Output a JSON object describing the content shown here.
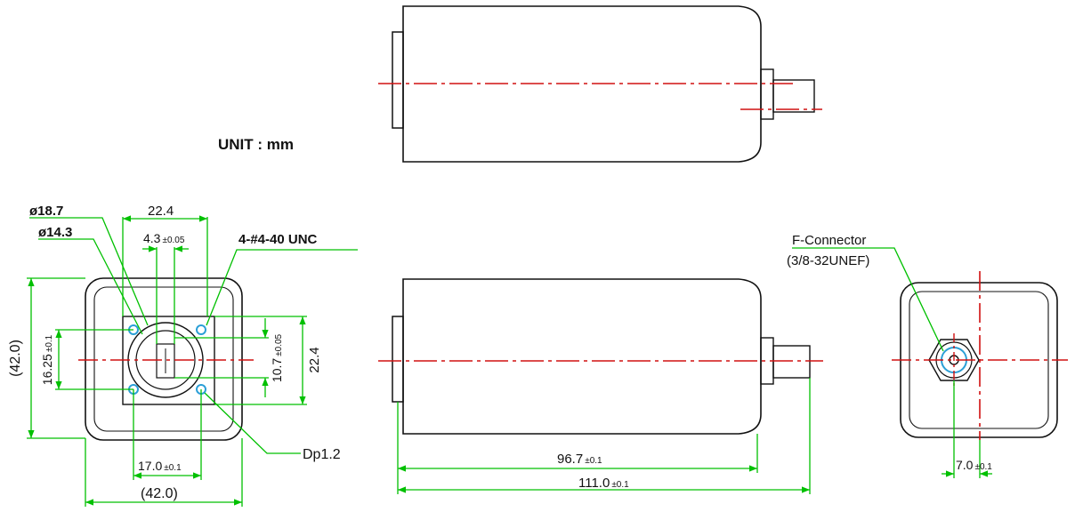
{
  "unit_label": "UNIT  :  mm",
  "colors": {
    "outline": "#111111",
    "dimension": "#00c000",
    "centerline": "#d01010",
    "hole": "#2b9fd6"
  },
  "front_view": {
    "dia_outer": "ø18.7",
    "dia_inner": "ø14.3",
    "top_width": "22.4",
    "slot_width": "4.3",
    "slot_tol": "±0.05",
    "thread": "4-#4-40  UNC",
    "hole_v_spacing": "16.25",
    "hole_v_tol": "±0.1",
    "slot_height": "10.7",
    "slot_height_tol": "±0.05",
    "right_height": "22.4",
    "overall_height": "(42.0)",
    "hole_h_spacing": "17.0",
    "hole_h_tol": "±0.1",
    "overall_width": "(42.0)",
    "depth_note": "Dp1.2"
  },
  "side_view": {
    "body_length": "96.7",
    "body_tol": "±0.1",
    "total_length": "111.0",
    "total_tol": "±0.1"
  },
  "rear_view": {
    "connector_name": "F-Connector",
    "connector_thread": "(3/8-32UNEF)",
    "offset": "7.0",
    "offset_tol": "±0.1"
  }
}
